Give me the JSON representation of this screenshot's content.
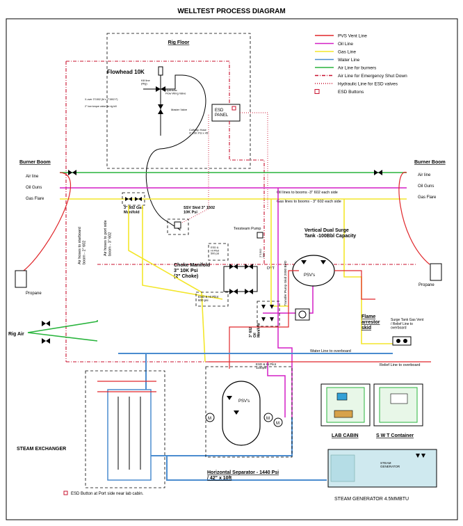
{
  "title": "WELLTEST  PROCESS DIAGRAM",
  "legend": [
    {
      "label": "PVS Vent Line",
      "color": "#e0262a",
      "style": "solid"
    },
    {
      "label": "Oil Line",
      "color": "#d31fc5",
      "style": "solid"
    },
    {
      "label": "Gas Line",
      "color": "#f3e62a",
      "style": "solid"
    },
    {
      "label": "Water Line",
      "color": "#4a8ccf",
      "style": "solid"
    },
    {
      "label": "Air Line for burners",
      "color": "#28b43c",
      "style": "solid"
    },
    {
      "label": "Air Line for Emergency Shut Down",
      "color": "#c8102e",
      "style": "dashdot"
    },
    {
      "label": "Hydraulic Line for ESD valves",
      "color": "#c8102e",
      "style": "dotted"
    },
    {
      "label": "ESD Buttons",
      "color": "#c8102e",
      "style": "button"
    }
  ],
  "rig_floor": {
    "title": "Rig Floor",
    "flowhead": "Flowhead 10K",
    "kill_line": "Kill line\n(Rig)",
    "xover_note": "X-over 3\"1502 (M x 2\"1502 F)",
    "torque_note": "2\" low torque valve for rig kill",
    "hydraulic_wing": "Hydraulic\nFlow Wing Valve",
    "master_valve": "Master Valve",
    "esd_panel": "ESD\nPANEL",
    "coflexip": "Coflexip Hose\n3\" 10K Psi x 45'"
  },
  "burner_booms": {
    "left_title": "Burner Boom",
    "right_title": "Burner Boom",
    "air_line": "Air line",
    "oil_guns": "Oil Guns",
    "gas_flare": "Gas Flare",
    "propane": "Propane",
    "rig_air": "Rig Air",
    "oil_lines_note": "Oil lines to booms -3\" 602 each side",
    "gas_lines_note": "Gas lines to booms -  3\" 602 each side",
    "air_hoses_starboard": "Air hoses to starboard\nboom - 2\" 602",
    "air_hoses_port": "Air hoses  to port side\nboom - 3\" 602"
  },
  "manifolds": {
    "gas_manifold": "3\" 602  Gas\nManifold",
    "ssv_skid": "SSV Skid  3\" 1502\n10K Psi",
    "texsteam_pump": "Texsteam Pump",
    "esd_hi_pilot_top": "ESD &\nHi Pilot\n500 psi",
    "choke_manifold": "Choke Manifold\n3\" 10K Psi\n(2\" Choke)",
    "dvt": "DVT",
    "pump_label_1": "2\"1502\n500",
    "pump_label_2": "Transfer Pump Skid 2000 BPD",
    "esd_hi_pilot_mid": "ESD & Hi Pilot\n600 psi",
    "oil_manifold": "3\" 602\nOil\nManifold"
  },
  "surge_tank": {
    "title": "Vertical Dual Surge\nTank -100Bbl Capacity",
    "psv": "PSV's",
    "flame_arrestor": "Flame\narrestor\nskid",
    "vent_note": "Surge Tank Gas Vent\n/ Relief Line to\noverboard"
  },
  "lines": {
    "water_overboard": "Water Line to overboard",
    "relief_overboard": "Relief Line to overboard"
  },
  "separator": {
    "esd_pilot": "ESD & Hi Pilot\n1150psi",
    "psv": "PSV's",
    "title": "Horizontal Separator - 1440 Psi\n/ 42\" x 10ft",
    "meter": "M"
  },
  "steam_exchanger": {
    "title": "STEAM EXCHANGER",
    "esd_note": "ESD Button at Port side near lab cabin."
  },
  "containers": {
    "lab_cabin": "LAB CABIN",
    "swt_container": "S W T Container",
    "steam_generator_inner": "STEAM\nGENERATOR",
    "steam_generator": "STEAM GENERATOR  4.5MMBTU"
  }
}
